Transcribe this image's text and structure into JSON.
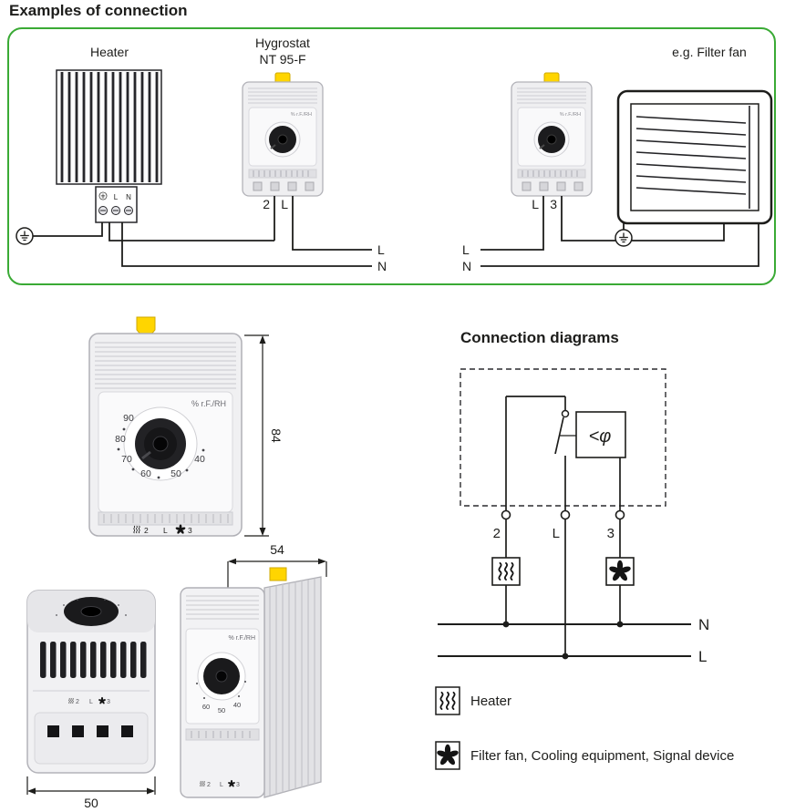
{
  "title": "Examples of connection",
  "colors": {
    "green": "#3aaa35",
    "yellow": "#ffd500",
    "line": "#1d1d1b"
  },
  "example": {
    "heater_label": "Heater",
    "hygrostat_label_line1": "Hygrostat",
    "hygrostat_label_line2": "NT 95-F",
    "filter_fan_label": "e.g. Filter fan",
    "left_device_terminals": {
      "t1": "2",
      "t2": "L"
    },
    "right_device_terminals": {
      "t1": "L",
      "t2": "3"
    },
    "left_wires": {
      "l": "L",
      "n": "N"
    },
    "right_wires": {
      "l": "L",
      "n": "N"
    },
    "heater_block": {
      "l": "L",
      "n": "N"
    }
  },
  "product": {
    "scale_text": "% r.F./RH",
    "dial_numbers": [
      "90",
      "80",
      "70",
      "60",
      "50",
      "40"
    ],
    "side_dial_numbers": [
      "60",
      "50",
      "40"
    ],
    "terminal_strip": {
      "t2": "2",
      "l": "L",
      "t3": "3"
    },
    "dims": {
      "height": "84",
      "depth": "54",
      "width": "50"
    }
  },
  "diagram": {
    "heading": "Connection diagrams",
    "sensor_label": "<φ",
    "terminals": {
      "t2": "2",
      "l": "L",
      "t3": "3"
    },
    "bus": {
      "n": "N",
      "l": "L"
    },
    "legend": [
      {
        "name": "heater",
        "label": "Heater"
      },
      {
        "name": "fan",
        "label": "Filter fan, Cooling equipment, Signal device"
      }
    ]
  }
}
